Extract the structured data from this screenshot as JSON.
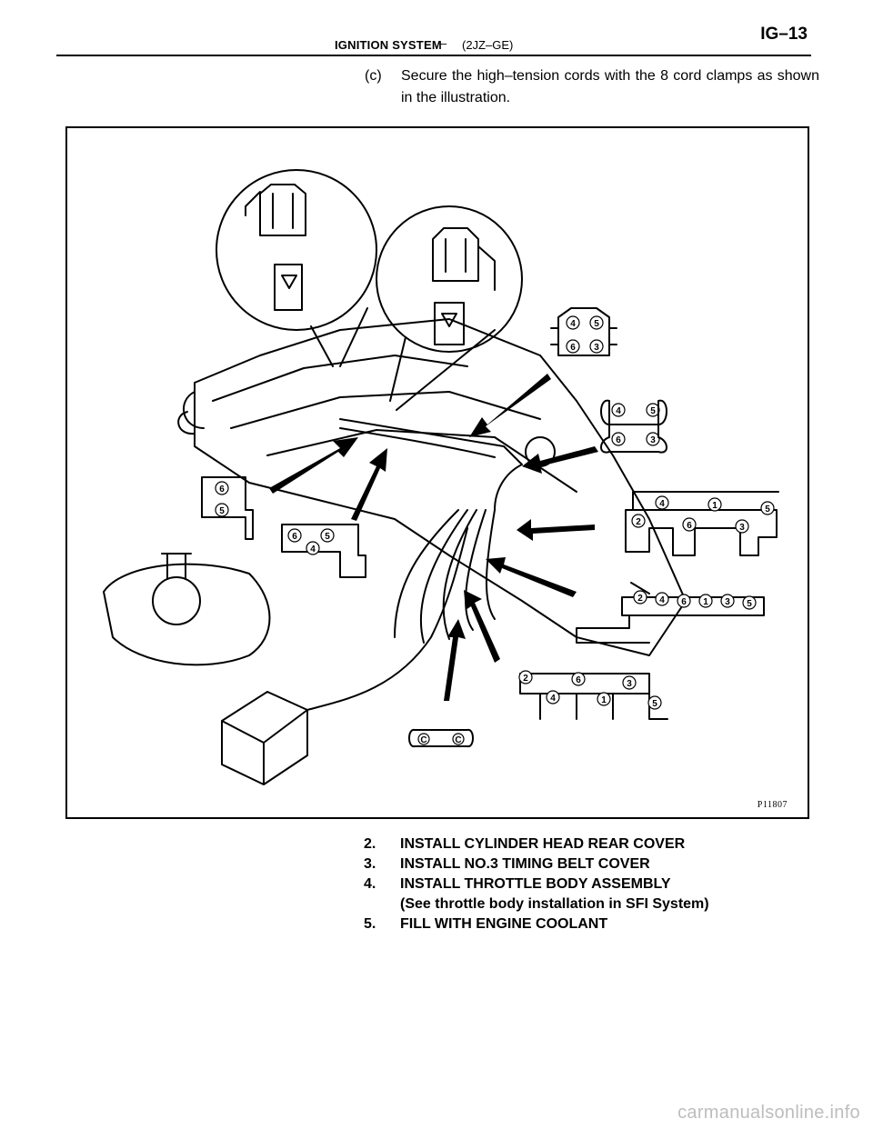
{
  "header": {
    "section_title": "IGNITION SYSTEM",
    "separator": "–",
    "engine_code": "(2JZ–GE)",
    "page_number": "IG–13"
  },
  "step_c": {
    "marker": "(c)",
    "text": "Secure the high–tension cords with the 8 cord clamps as shown in the illustration."
  },
  "figure": {
    "code": "P11807",
    "clamp_numbers": {
      "clamp_a": [
        "4",
        "5",
        "6",
        "3"
      ],
      "clamp_b": [
        "4",
        "5",
        "6",
        "3"
      ],
      "clamp_c": [
        "4",
        "1",
        "5",
        "2",
        "6",
        "3"
      ],
      "clamp_d": [
        "2",
        "4",
        "6",
        "1",
        "3",
        "5"
      ],
      "clamp_e": [
        "2",
        "6",
        "3",
        "4",
        "1",
        "5"
      ],
      "clamp_f": [
        "6",
        "5"
      ],
      "clamp_g": [
        "6",
        "5",
        "4"
      ],
      "clamp_h": [
        "C",
        "C"
      ]
    }
  },
  "steps": [
    {
      "num": "2.",
      "text": "INSTALL CYLINDER HEAD REAR COVER"
    },
    {
      "num": "3.",
      "text": "INSTALL NO.3 TIMING BELT COVER"
    },
    {
      "num": "4.",
      "text": "INSTALL THROTTLE BODY ASSEMBLY"
    },
    {
      "num": "",
      "text": "(See throttle body installation in SFI System)"
    },
    {
      "num": "5.",
      "text": "FILL WITH ENGINE COOLANT"
    }
  ],
  "watermark": "carmanualsonline.info"
}
